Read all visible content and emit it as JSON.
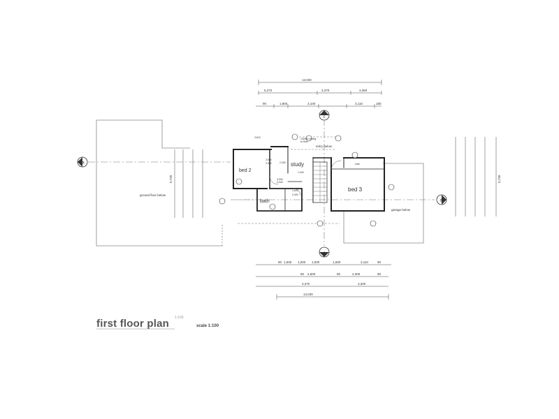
{
  "labels": {
    "title": "first floor plan",
    "title_note": "1:100",
    "scale": "scale 1:100",
    "bed2": "bed 2",
    "study": "study",
    "bed3": "bed 3",
    "bath": "bath",
    "ground_floor_below": "ground floor below",
    "garage_below": "garage below",
    "entry_below": "entry below"
  },
  "section_markers": {
    "a_left": "a",
    "a_right": "a",
    "c_top": "c",
    "c_bottom": "c"
  },
  "dimensions": {
    "top_overall": "13,030",
    "top_row1": [
      "6,270",
      "3,370",
      "3,360"
    ],
    "top_row2": [
      "90",
      "1,800",
      "3,100",
      "3,110",
      "180"
    ],
    "bottom_row1": [
      "90",
      "1,000",
      "1,000",
      "1,000",
      "1,000",
      "3,110",
      "90"
    ],
    "bottom_row2": [
      "90",
      "2,600",
      "90",
      "4,300",
      "90"
    ],
    "bottom_row3": [
      "3,370",
      "3,300"
    ],
    "bottom_overall": "13,030",
    "left_overall": "5,730",
    "right_overall": "5,730"
  }
}
